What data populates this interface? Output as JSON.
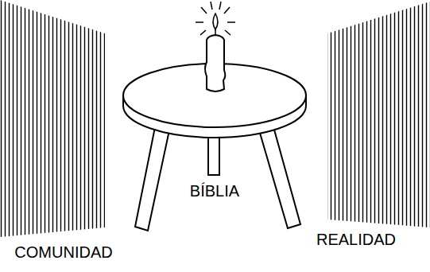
{
  "diagram": {
    "labels": [
      "BÍBLIA",
      "COMUNIDAD",
      "REALIDAD"
    ]
  }
}
